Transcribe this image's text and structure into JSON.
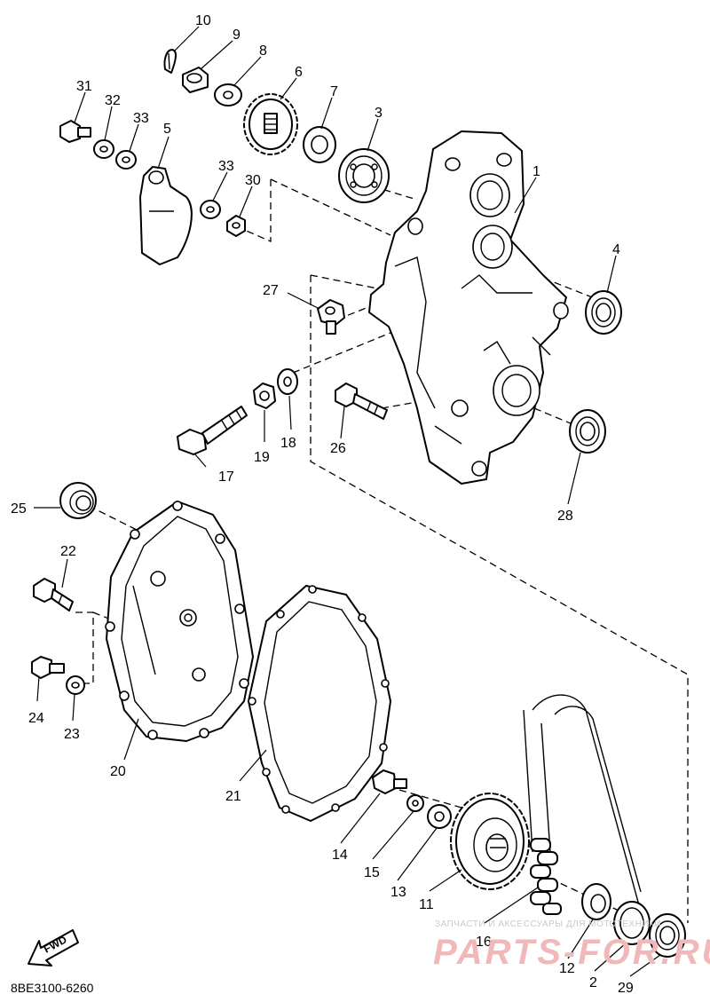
{
  "diagram_code": "8BE3100-6260",
  "fwd_label": "FWD",
  "watermark": {
    "line1": "ЗАПЧАСТИ И АКСЕССУАРЫ ДЛЯ МОТОТЕХНИКИ",
    "line2": "PARTS-FOR.RU"
  },
  "callouts": [
    {
      "id": "c1",
      "label": "1"
    },
    {
      "id": "c2",
      "label": "2"
    },
    {
      "id": "c3",
      "label": "3"
    },
    {
      "id": "c4",
      "label": "4"
    },
    {
      "id": "c5",
      "label": "5"
    },
    {
      "id": "c6",
      "label": "6"
    },
    {
      "id": "c7",
      "label": "7"
    },
    {
      "id": "c8",
      "label": "8"
    },
    {
      "id": "c9",
      "label": "9"
    },
    {
      "id": "c10",
      "label": "10"
    },
    {
      "id": "c11",
      "label": "11"
    },
    {
      "id": "c12",
      "label": "12"
    },
    {
      "id": "c13",
      "label": "13"
    },
    {
      "id": "c14",
      "label": "14"
    },
    {
      "id": "c15",
      "label": "15"
    },
    {
      "id": "c16",
      "label": "16"
    },
    {
      "id": "c17",
      "label": "17"
    },
    {
      "id": "c18",
      "label": "18"
    },
    {
      "id": "c19",
      "label": "19"
    },
    {
      "id": "c20",
      "label": "20"
    },
    {
      "id": "c21",
      "label": "21"
    },
    {
      "id": "c22",
      "label": "22"
    },
    {
      "id": "c23",
      "label": "23"
    },
    {
      "id": "c24",
      "label": "24"
    },
    {
      "id": "c25",
      "label": "25"
    },
    {
      "id": "c26",
      "label": "26"
    },
    {
      "id": "c27",
      "label": "27"
    },
    {
      "id": "c28",
      "label": "28"
    },
    {
      "id": "c29",
      "label": "29"
    },
    {
      "id": "c30",
      "label": "30"
    },
    {
      "id": "c31",
      "label": "31"
    },
    {
      "id": "c32",
      "label": "32"
    },
    {
      "id": "c33a",
      "label": "33"
    },
    {
      "id": "c33b",
      "label": "33"
    }
  ]
}
